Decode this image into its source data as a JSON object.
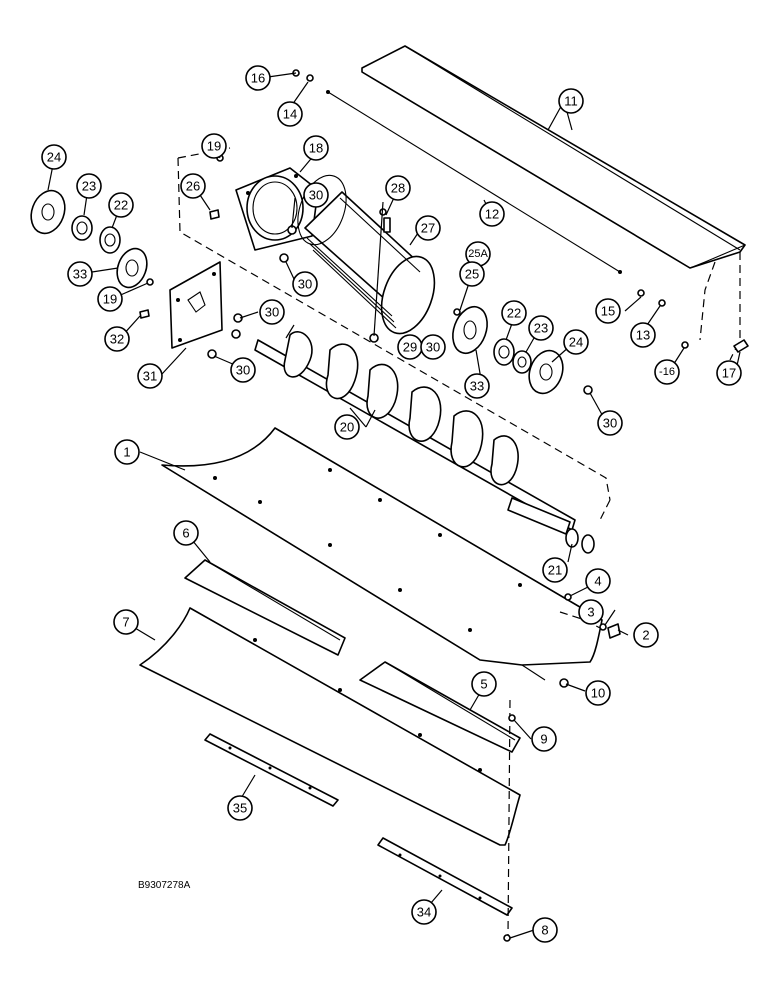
{
  "figure_ref": "B9307278A",
  "callouts": [
    "1",
    "2",
    "3",
    "4",
    "5",
    "6",
    "7",
    "8",
    "9",
    "10",
    "11",
    "12",
    "13",
    "14",
    "15",
    "16",
    "16",
    "-16",
    "17",
    "18",
    "19",
    "19",
    "20",
    "21",
    "22",
    "22",
    "23",
    "23",
    "24",
    "24",
    "25",
    "25A",
    "26",
    "27",
    "28",
    "29",
    "30",
    "30",
    "30",
    "30",
    "30",
    "30",
    "30",
    "31",
    "32",
    "33",
    "33",
    "34",
    "35"
  ]
}
